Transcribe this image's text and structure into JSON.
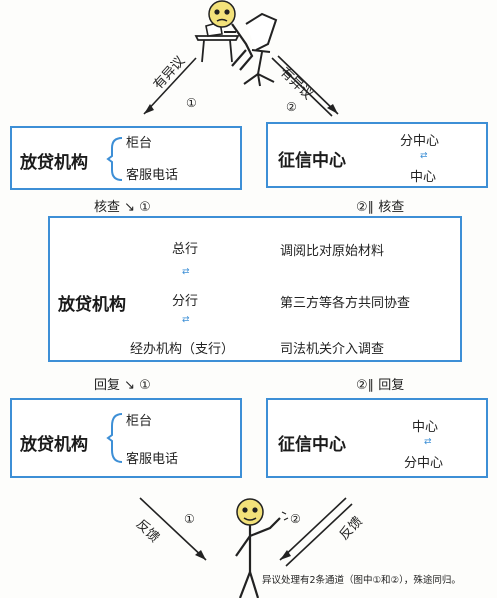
{
  "top_labels": {
    "left_text": "有异议",
    "left_num": "①",
    "right_text": "有异议",
    "right_num": "②"
  },
  "row1": {
    "left": {
      "title": "放贷机构",
      "item1": "柜台",
      "item2": "客服电话"
    },
    "right": {
      "title": "征信中心",
      "item1": "分中心",
      "item2": "中心"
    }
  },
  "check_labels": {
    "left": "核查 ↘ ①",
    "right": "②∥ 核查"
  },
  "middle": {
    "title": "放贷机构",
    "levels": [
      "总行",
      "分行",
      "经办机构（支行）"
    ],
    "methods": [
      "调阅比对原始材料",
      "第三方等各方共同协查",
      "司法机关介入调查"
    ]
  },
  "reply_labels": {
    "left": "回复 ↘ ①",
    "right": "②∥ 回复"
  },
  "row3": {
    "left": {
      "title": "放贷机构",
      "item1": "柜台",
      "item2": "客服电话"
    },
    "right": {
      "title": "征信中心",
      "item1": "中心",
      "item2": "分中心"
    }
  },
  "bottom_labels": {
    "left_text": "反馈",
    "left_num": "①",
    "right_text": "反馈",
    "right_num": "②",
    "note": "异议处理有2条通道（图中①和②），殊途同归。"
  },
  "colors": {
    "frame": "#3d8fd6",
    "face": "#f3e27a"
  },
  "icons": [
    "person-at-desk-icon",
    "stick-figure-icon",
    "swap-arrows-icon"
  ]
}
